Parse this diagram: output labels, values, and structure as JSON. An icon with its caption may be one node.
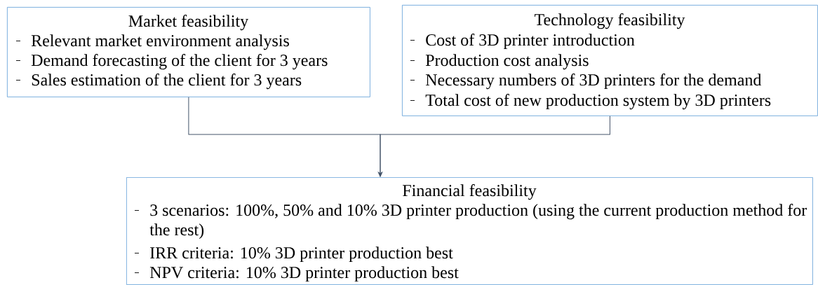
{
  "diagram": {
    "nodes": [
      {
        "text": [
          "Market feasibility",
          "Relevant market environment analysis",
          "Demand forecasting of the client for 3 years",
          "Sales estimation of the client for 3 years"
        ]
      },
      {
        "text": [
          "Technology feasibility",
          "Cost of 3D printer introduction",
          "Production cost analysis",
          "Necessary numbers of 3D printers for the demand",
          "Total cost of new production system by 3D printers"
        ]
      },
      {
        "text": [
          "Financial feasibility",
          "3 scenarios: 100%, 50% and 10% 3D printer production (using the current production method for the rest)",
          "IRR criteria: 10% 3D printer production best",
          "NPV criteria: 10% 3D printer production best"
        ]
      }
    ],
    "edges": [
      {
        "from": 0,
        "to": 2,
        "arrow": "to"
      },
      {
        "from": 1,
        "to": 2,
        "arrow": "to"
      }
    ]
  }
}
